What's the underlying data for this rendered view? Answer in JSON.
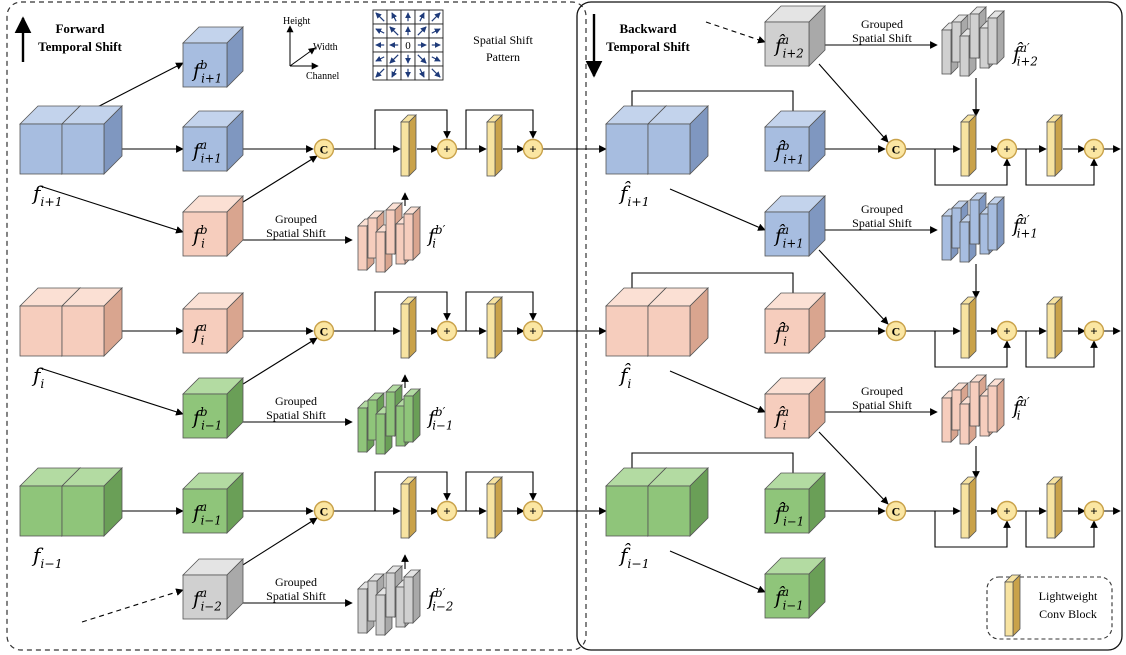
{
  "colors": {
    "blue_front": "#a7bde0",
    "blue_top": "#c3d3ec",
    "blue_side": "#7f97c0",
    "peach_front": "#f6cdbd",
    "peach_top": "#fbe0d4",
    "peach_side": "#d9a58f",
    "green_front": "#8fc57a",
    "green_top": "#b3dba2",
    "green_side": "#6a9f57",
    "gray_front": "#d0d0d0",
    "gray_top": "#e4e4e4",
    "gray_side": "#a9a9a9",
    "conv_front": "#f7e3a1",
    "conv_side": "#c9a24a",
    "node_fill": "#fbe6a2",
    "node_stroke": "#c9a24a"
  },
  "labels": {
    "forward_temporal_shift": [
      "Forward",
      "Temporal Shift"
    ],
    "backward_temporal_shift": [
      "Backward",
      "Temporal Shift"
    ],
    "spatial_shift_pattern": [
      "Spatial Shift",
      "Pattern"
    ],
    "grouped_spatial_shift": [
      "Grouped",
      "Spatial Shift"
    ],
    "lightweight_conv_block": [
      "Lightweight",
      "Conv Block"
    ],
    "axes": {
      "height": "Height",
      "width": "Width",
      "channel": "Channel"
    },
    "pattern_center": "0",
    "concat_symbol": "C",
    "add_symbol": "+"
  },
  "features": {
    "f_i1": {
      "base": "f",
      "sub": "i+1"
    },
    "f_i": {
      "base": "f",
      "sub": "i"
    },
    "f_im1": {
      "base": "f",
      "sub": "i−1"
    },
    "fb_i1": {
      "base": "f",
      "sup": "b",
      "sub": "i+1"
    },
    "fa_i1": {
      "base": "f",
      "sup": "a",
      "sub": "i+1"
    },
    "fb_i": {
      "base": "f",
      "sup": "b",
      "sub": "i"
    },
    "fa_i": {
      "base": "f",
      "sup": "a",
      "sub": "i"
    },
    "fb_im1": {
      "base": "f",
      "sup": "b",
      "sub": "i−1"
    },
    "fa_im1": {
      "base": "f",
      "sup": "a",
      "sub": "i−1"
    },
    "fa_im2": {
      "base": "f",
      "sup": "a",
      "sub": "i−2"
    },
    "fbp_i": {
      "base": "f",
      "sup": "b′",
      "sub": "i"
    },
    "fbp_im1": {
      "base": "f",
      "sup": "b′",
      "sub": "i−1"
    },
    "fbp_im2": {
      "base": "f",
      "sup": "b′",
      "sub": "i−2"
    },
    "fh_i1": {
      "base": "f̂",
      "sub": "i+1"
    },
    "fh_i": {
      "base": "f̂",
      "sub": "i"
    },
    "fh_im1": {
      "base": "f̂",
      "sub": "i−1"
    },
    "fha_i2": {
      "base": "f̂",
      "sup": "a",
      "sub": "i+2"
    },
    "fhb_i1": {
      "base": "f̂",
      "sup": "b",
      "sub": "i+1"
    },
    "fha_i1": {
      "base": "f̂",
      "sup": "a",
      "sub": "i+1"
    },
    "fhb_i": {
      "base": "f̂",
      "sup": "b",
      "sub": "i"
    },
    "fha_i": {
      "base": "f̂",
      "sup": "a",
      "sub": "i"
    },
    "fhb_im1": {
      "base": "f̂",
      "sup": "b",
      "sub": "i−1"
    },
    "fha_im1": {
      "base": "f̂",
      "sup": "a",
      "sub": "i−1"
    },
    "fhap_i2": {
      "base": "f̂",
      "sup": "a′",
      "sub": "i+2"
    },
    "fhap_i1": {
      "base": "f̂",
      "sup": "a′",
      "sub": "i+1"
    },
    "fhap_i": {
      "base": "f̂",
      "sup": "a′",
      "sub": "i"
    }
  }
}
